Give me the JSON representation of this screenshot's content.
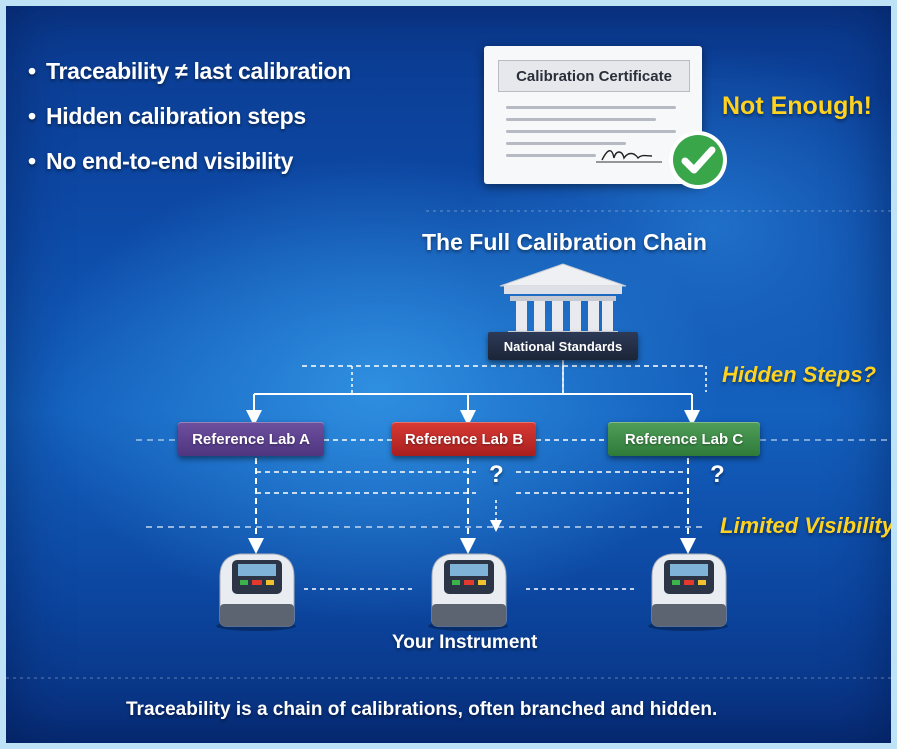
{
  "bullets": [
    "Traceability ≠ last calibration",
    "Hidden calibration steps",
    "No end-to-end visibility"
  ],
  "certificate": {
    "title": "Calibration Certificate"
  },
  "not_enough": "Not Enough!",
  "chain_title": "The Full Calibration Chain",
  "national_standards": "National Standards",
  "hidden_steps": "Hidden Steps?",
  "labs": [
    {
      "label": "Reference Lab A",
      "color": "#5b3f8c"
    },
    {
      "label": "Reference Lab B",
      "color": "#c62a2a"
    },
    {
      "label": "Reference Lab C",
      "color": "#3f8a4a"
    }
  ],
  "question_mark": "?",
  "limited_visibility": "Limited Visibility",
  "instrument_label": "Your Instrument",
  "footer": "Traceability is a chain of calibrations, often branched and hidden.",
  "colors": {
    "accent_yellow": "#ffd21f",
    "check_green": "#3aa64a",
    "background_blue": "#1360bd"
  },
  "icons": [
    "check-icon",
    "building-icon",
    "instrument-icon"
  ]
}
